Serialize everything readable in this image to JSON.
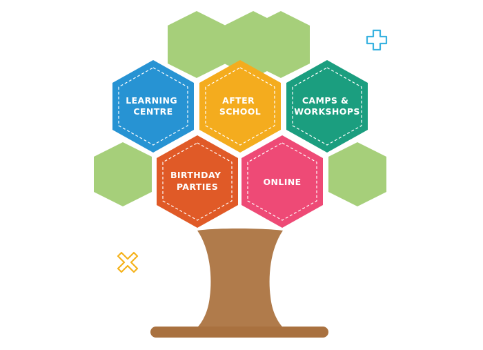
{
  "tree": {
    "colors": {
      "foliage": "#a6cf7a",
      "trunk": "#b07b4b",
      "ground": "#a9713f",
      "plus_icon": "#39b2e0",
      "cross_icon": "#f5b31d"
    },
    "hexagons": [
      {
        "id": "learning-centre",
        "color": "#2793d3",
        "lines": [
          "LEARNING",
          "CENTRE"
        ]
      },
      {
        "id": "after-school",
        "color": "#f4ac1e",
        "lines": [
          "AFTER",
          "SCHOOL"
        ]
      },
      {
        "id": "camps-workshops",
        "color": "#1b9e7f",
        "lines": [
          "CAMPS &",
          "WORKSHOPS"
        ]
      },
      {
        "id": "birthday-parties",
        "color": "#e05a27",
        "lines": [
          "BIRTHDAY",
          "PARTIES"
        ]
      },
      {
        "id": "online",
        "color": "#ee4a76",
        "lines": [
          "ONLINE"
        ]
      }
    ]
  }
}
